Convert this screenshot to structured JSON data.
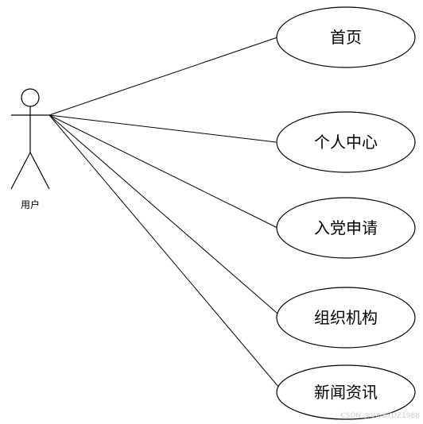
{
  "diagram": {
    "type": "use-case",
    "actor": {
      "label": "用户"
    },
    "use_cases": [
      {
        "label": "首页"
      },
      {
        "label": "个人中心"
      },
      {
        "label": "入党申请"
      },
      {
        "label": "组织机构"
      },
      {
        "label": "新闻资讯"
      }
    ],
    "watermark": "CSDN @VX-BYDZ1988"
  },
  "colors": {
    "stroke": "#000000",
    "background": "#ffffff",
    "watermark": "#cccccc"
  }
}
